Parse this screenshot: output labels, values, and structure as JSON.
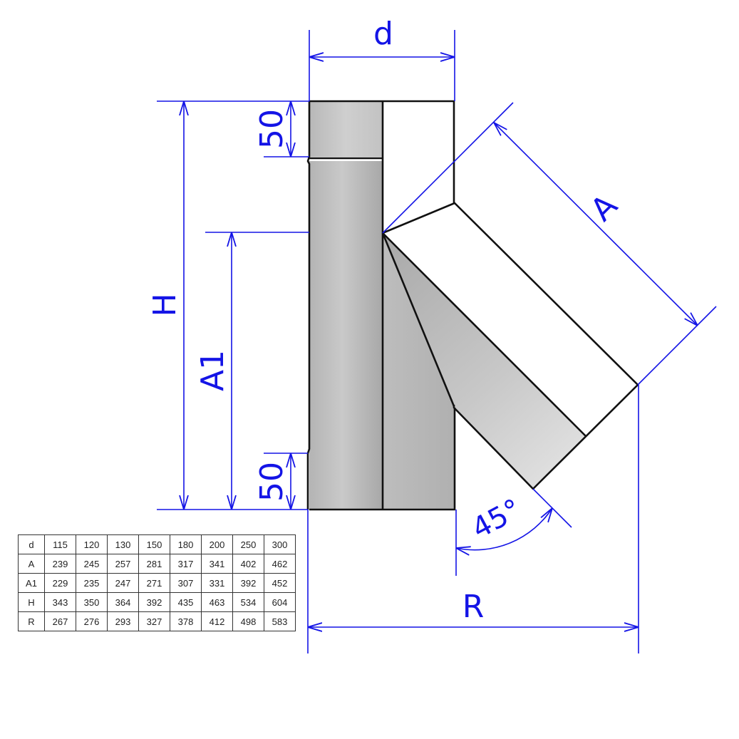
{
  "labels": {
    "d": "d",
    "A": "A",
    "A1": "A1",
    "H": "H",
    "R": "R",
    "top_socket": "50",
    "bottom_spigot": "50",
    "angle": "45°"
  },
  "colors": {
    "dimension": "#1414e6",
    "outline": "#111111",
    "metal_light": "#dcdcdc",
    "metal_dark": "#a9a9a9"
  },
  "table": {
    "rows": [
      {
        "head": "d",
        "cells": [
          "115",
          "120",
          "130",
          "150",
          "180",
          "200",
          "250",
          "300"
        ]
      },
      {
        "head": "A",
        "cells": [
          "239",
          "245",
          "257",
          "281",
          "317",
          "341",
          "402",
          "462"
        ]
      },
      {
        "head": "A1",
        "cells": [
          "229",
          "235",
          "247",
          "271",
          "307",
          "331",
          "392",
          "452"
        ]
      },
      {
        "head": "H",
        "cells": [
          "343",
          "350",
          "364",
          "392",
          "435",
          "463",
          "534",
          "604"
        ]
      },
      {
        "head": "R",
        "cells": [
          "267",
          "276",
          "293",
          "327",
          "378",
          "412",
          "498",
          "583"
        ]
      }
    ]
  }
}
